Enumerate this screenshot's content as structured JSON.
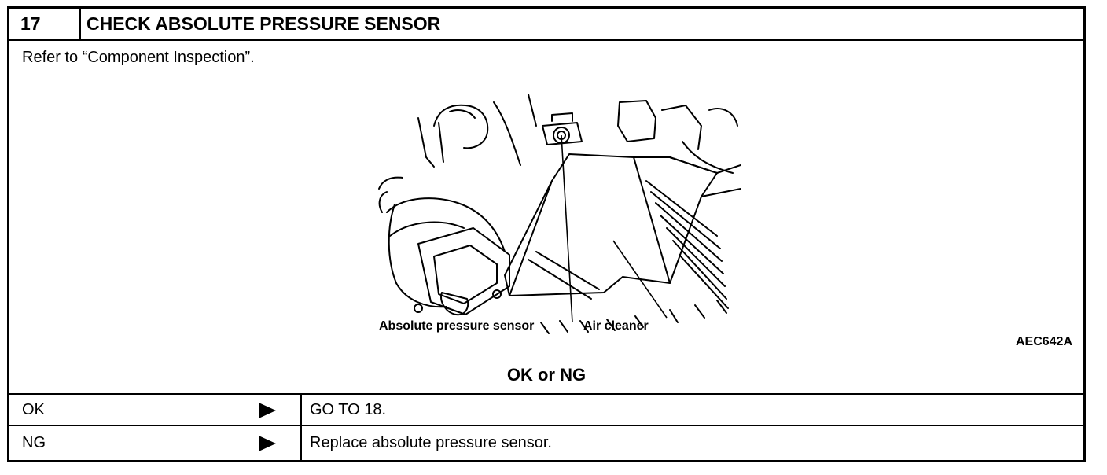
{
  "step": {
    "number": "17",
    "title": "CHECK ABSOLUTE PRESSURE SENSOR"
  },
  "body": {
    "refer_text": "Refer to “Component Inspection”.",
    "figure": {
      "label_sensor": "Absolute pressure sensor",
      "label_air_cleaner": "Air cleaner",
      "code": "AEC642A"
    },
    "result_heading": "OK or NG"
  },
  "options": [
    {
      "key": "OK",
      "action": "GO TO 18."
    },
    {
      "key": "NG",
      "action": "Replace absolute pressure sensor."
    }
  ],
  "icons": {
    "arrow": "right-triangle-icon"
  }
}
